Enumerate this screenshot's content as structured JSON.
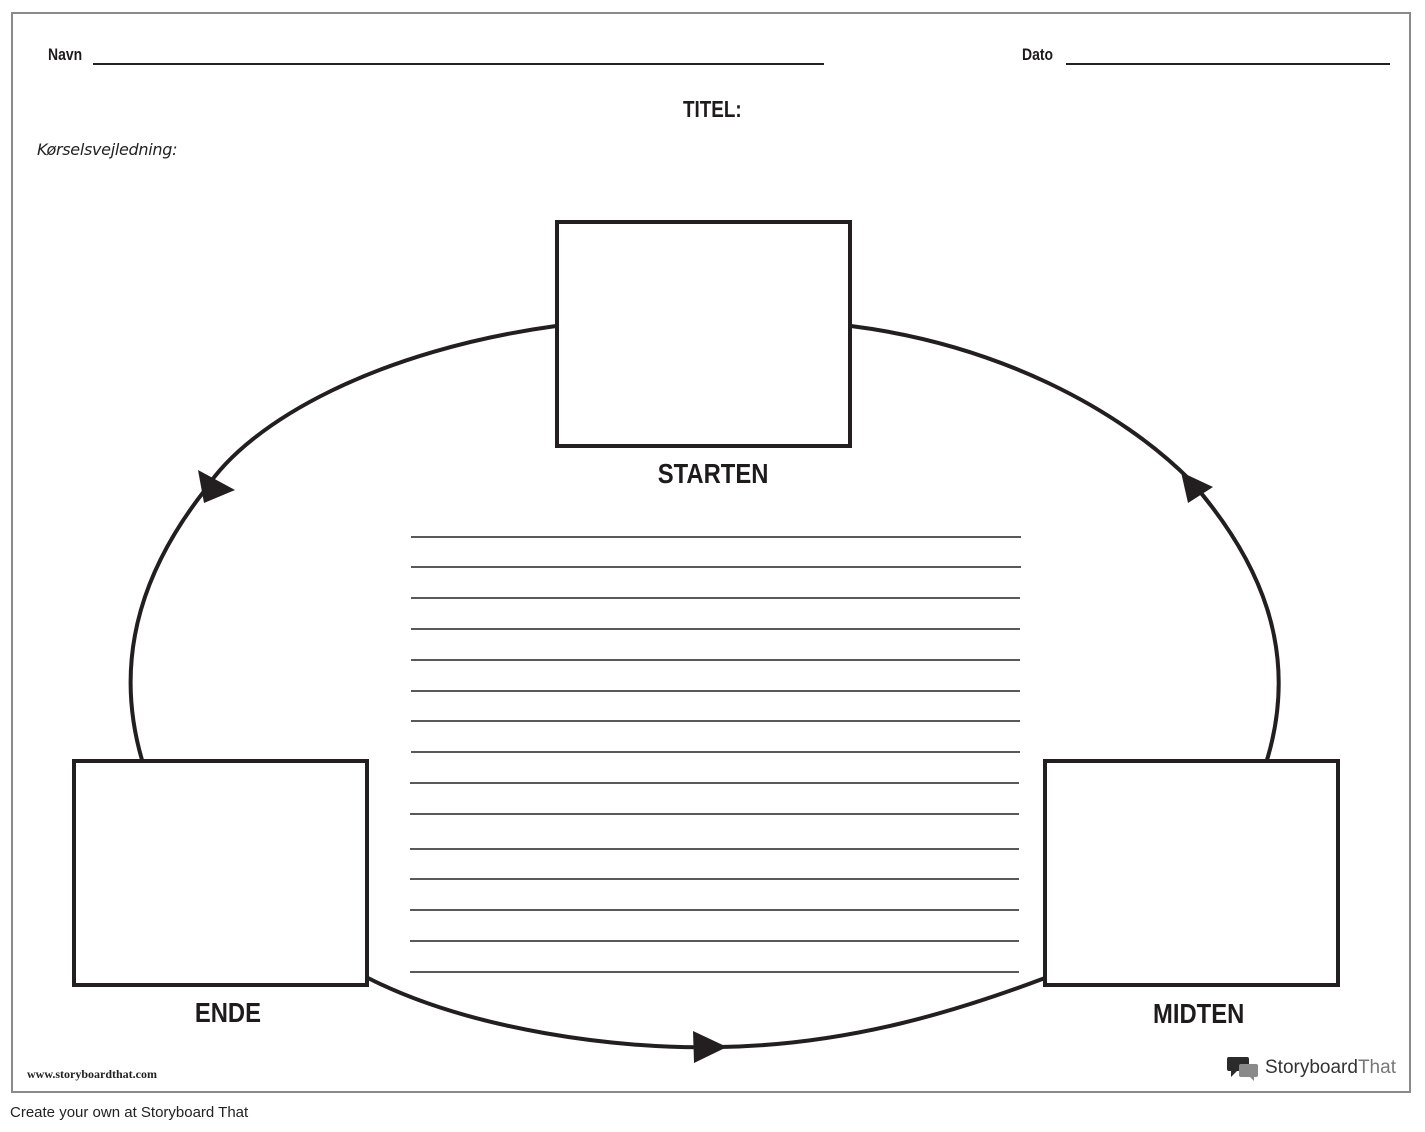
{
  "header": {
    "name_label": "Navn",
    "date_label": "Dato",
    "title_label": "TITEL:",
    "instructions": "Kørselsvejledning:"
  },
  "diagram": {
    "boxes": {
      "start": "STARTEN",
      "middle": "MIDTEN",
      "end": "ENDE"
    }
  },
  "footer": {
    "website": "www.storyboardthat.com",
    "brand_bold": "Storyboard",
    "brand_thin": "That",
    "create_text": "Create your own at Storyboard That"
  },
  "colors": {
    "ink": "#231f20",
    "border": "#8a8a8a"
  }
}
